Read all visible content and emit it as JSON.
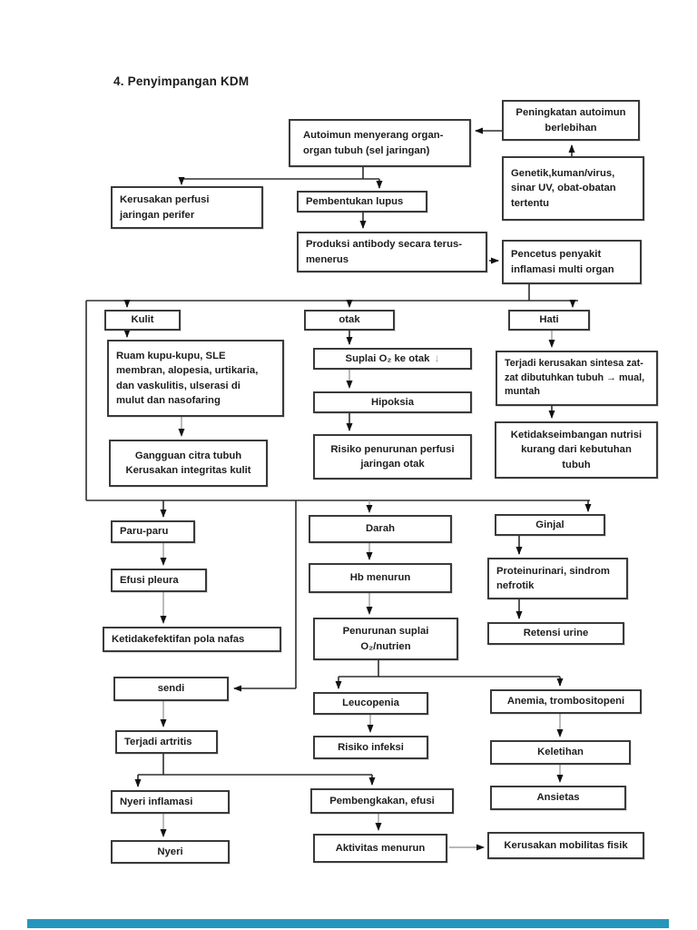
{
  "page": {
    "title": "4. Penyimpangan KDM"
  },
  "footer": {
    "bar_color": "#2596be",
    "bar_style": "background:#2596be"
  },
  "nodes": {
    "autoimun": {
      "label": "Autoimun  menyerang  organ-\norgan tubuh (sel jaringan)"
    },
    "peningkatan": {
      "label": "Peningkatan autoimun\nberlebihan"
    },
    "genetik": {
      "label": "Genetik,kuman/virus,\nsinar UV, obat-obatan\ntertentu"
    },
    "kerusakan_perfusi": {
      "label": "Kerusakan perfusi\njaringan perifer"
    },
    "pembentukan_lupus": {
      "label": "Pembentukan lupus"
    },
    "produksi_antibody": {
      "label": "Produksi antibody secara terus-\nmenerus"
    },
    "pencetus": {
      "label": "Pencetus penyakit\ninflamasi multi organ"
    },
    "kulit": {
      "label": "Kulit"
    },
    "ruam": {
      "label": "Ruam kupu-kupu, SLE\nmembran, alopesia, urtikaria,\ndan vaskulitis, ulserasi di\nmulut dan nasofaring"
    },
    "gangguan_citra": {
      "label": "Gangguan citra tubuh\nKerusakan integritas kulit"
    },
    "otak": {
      "label": "otak"
    },
    "suplai_o2": {
      "label": "Suplai O₂ ke otak",
      "arrow": "↓"
    },
    "hipoksia": {
      "label": "Hipoksia"
    },
    "risiko_perfusi_otak": {
      "label": "Risiko penurunan perfusi\njaringan otak"
    },
    "hati": {
      "label": "Hati"
    },
    "terjadi_kerusakan": {
      "label": "Terjadi kerusakan sintesa zat-\nzat dibutuhkan tubuh → mual,\nmuntah"
    },
    "ketidakseimbangan": {
      "label": "Ketidakseimbangan nutrisi\nkurang dari kebutuhan\ntubuh"
    },
    "paru": {
      "label": "Paru-paru"
    },
    "efusi": {
      "label": "Efusi pleura"
    },
    "ketidakefektifan": {
      "label": "Ketidakefektifan pola nafas"
    },
    "darah": {
      "label": "Darah"
    },
    "hb": {
      "label": "Hb menurun"
    },
    "penurunan_suplai": {
      "label": "Penurunan suplai\nO₂/nutrien"
    },
    "ginjal": {
      "label": "Ginjal"
    },
    "proteinurinari": {
      "label": "Proteinurinari, sindrom\nnefrotik"
    },
    "retensi": {
      "label": "Retensi urine"
    },
    "sendi": {
      "label": "sendi"
    },
    "artritis": {
      "label": "Terjadi artritis"
    },
    "leucopenia": {
      "label": "Leucopenia"
    },
    "risiko_infeksi": {
      "label": "Risiko infeksi"
    },
    "anemia": {
      "label": "Anemia, trombositopeni"
    },
    "keletihan": {
      "label": "Keletihan"
    },
    "ansietas": {
      "label": "Ansietas"
    },
    "nyeri_inflamasi": {
      "label": "Nyeri inflamasi"
    },
    "nyeri": {
      "label": "Nyeri"
    },
    "pembengkakan": {
      "label": "Pembengkakan, efusi"
    },
    "aktivitas": {
      "label": "Aktivitas menurun"
    },
    "kerusakan_mobilitas": {
      "label": "Kerusakan mobilitas fisik"
    }
  }
}
